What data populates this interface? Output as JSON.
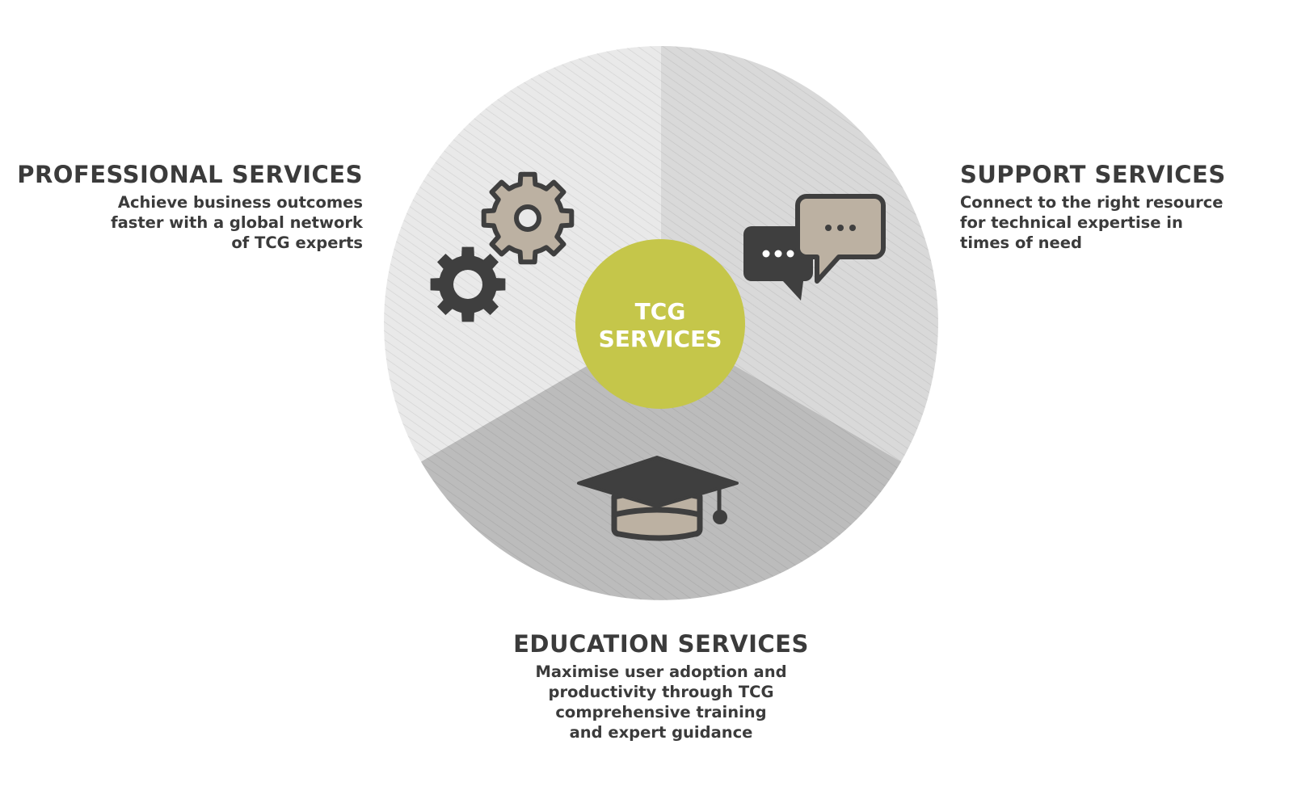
{
  "center": {
    "line1": "TCG",
    "line2": "SERVICES",
    "color": "#c5c64a"
  },
  "segments": [
    {
      "title": "PROFESSIONAL SERVICES",
      "lines": [
        "Achieve business outcomes",
        "faster with a global network",
        "of TCG experts"
      ],
      "icon": "gears-icon",
      "fill": "#e9e9e9"
    },
    {
      "title": "SUPPORT SERVICES",
      "lines": [
        "Connect to the right resource",
        "for technical expertise in",
        "times of need"
      ],
      "icon": "chat-bubbles-icon",
      "fill": "#d9d9d9"
    },
    {
      "title": "EDUCATION SERVICES",
      "lines": [
        "Maximise user adoption and",
        "productivity through TCG",
        "comprehensive training",
        "and expert guidance"
      ],
      "icon": "graduation-cap-icon",
      "fill": "#bcbcbc"
    }
  ],
  "colors": {
    "dark": "#3f3f3f",
    "tan": "#bcb1a2",
    "text": "#3b3b3b"
  }
}
